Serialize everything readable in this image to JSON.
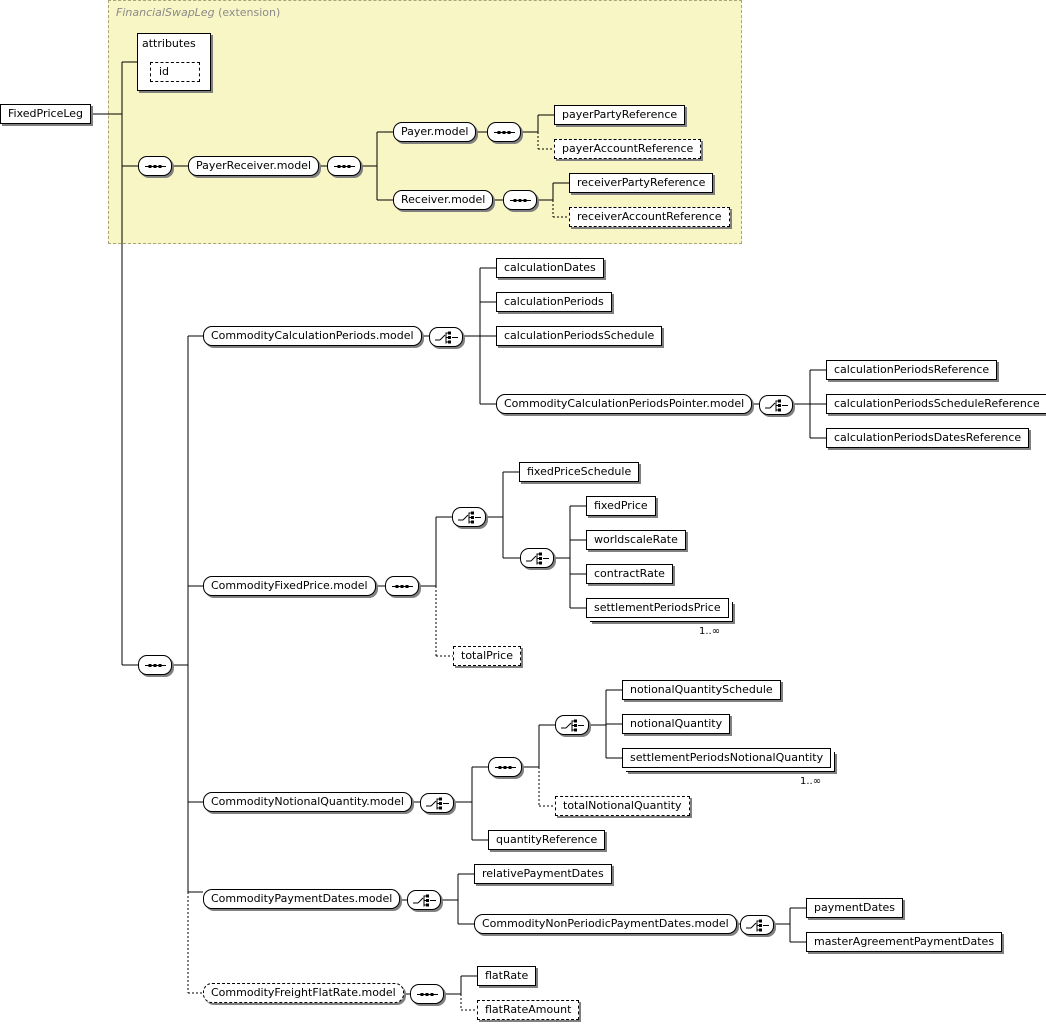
{
  "extension": {
    "type_name": "FinancialSwapLeg",
    "suffix": "(extension)",
    "fill": "#f8f6c5",
    "border": "#a6a67a"
  },
  "root": "FixedPriceLeg",
  "attributes": {
    "label": "attributes",
    "items": [
      "id"
    ]
  },
  "payer_receiver": {
    "model": "PayerReceiver.model",
    "payer_model": "Payer.model",
    "payer_party": "payerPartyReference",
    "payer_account": "payerAccountReference",
    "receiver_model": "Receiver.model",
    "receiver_party": "receiverPartyReference",
    "receiver_account": "receiverAccountReference"
  },
  "calculation_periods": {
    "model": "CommodityCalculationPeriods.model",
    "dates": "calculationDates",
    "periods": "calculationPeriods",
    "schedule": "calculationPeriodsSchedule",
    "pointer_model": "CommodityCalculationPeriodsPointer.model",
    "periods_ref": "calculationPeriodsReference",
    "schedule_ref": "calculationPeriodsScheduleReference",
    "dates_ref": "calculationPeriodsDatesReference"
  },
  "fixed_price": {
    "model": "CommodityFixedPrice.model",
    "schedule": "fixedPriceSchedule",
    "fixed_price": "fixedPrice",
    "worldscale_rate": "worldscaleRate",
    "contract_rate": "contractRate",
    "settlement_periods_price": "settlementPeriodsPrice",
    "settlement_occ": "1..∞",
    "total_price": "totalPrice"
  },
  "notional_quantity": {
    "model": "CommodityNotionalQuantity.model",
    "schedule": "notionalQuantitySchedule",
    "quantity": "notionalQuantity",
    "settlement": "settlementPeriodsNotionalQuantity",
    "settlement_occ": "1..∞",
    "total": "totalNotionalQuantity",
    "reference": "quantityReference"
  },
  "payment_dates": {
    "model": "CommodityPaymentDates.model",
    "relative": "relativePaymentDates",
    "non_periodic_model": "CommodityNonPeriodicPaymentDates.model",
    "payment_dates": "paymentDates",
    "master_agreement": "masterAgreementPaymentDates"
  },
  "freight": {
    "model": "CommodityFreightFlatRate.model",
    "flat_rate": "flatRate",
    "flat_rate_amount": "flatRateAmount"
  }
}
